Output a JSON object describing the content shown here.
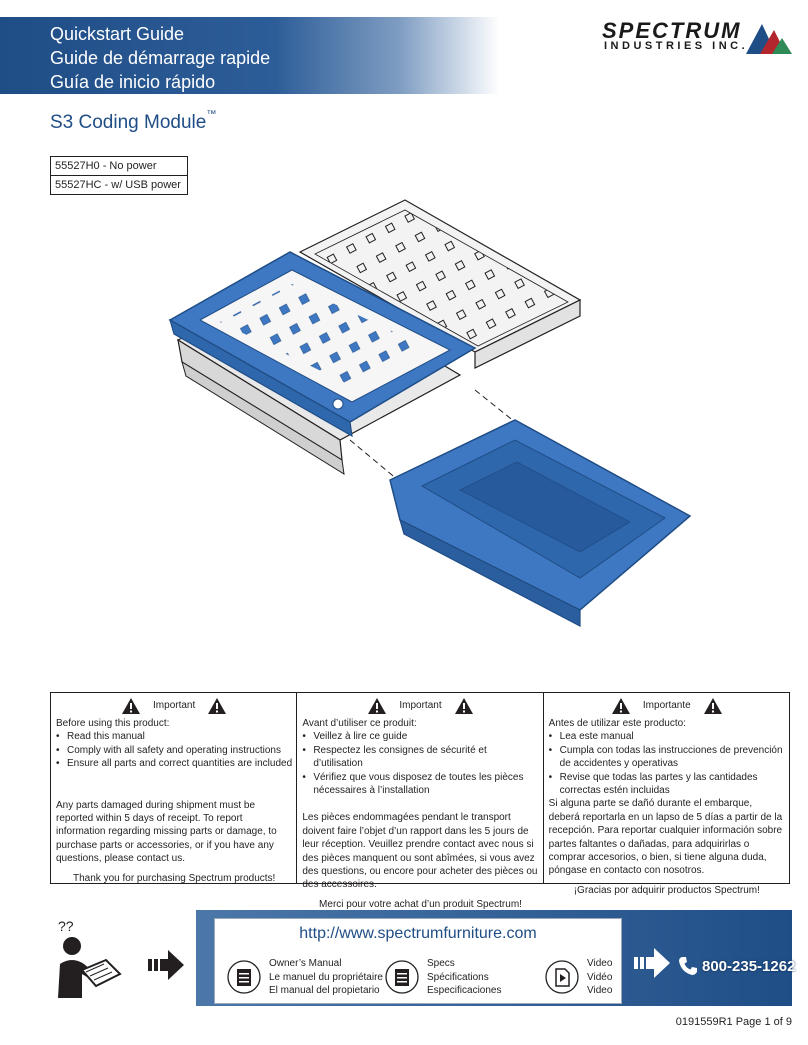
{
  "header": {
    "titles": [
      "Quickstart Guide",
      "Guide de démarrage rapide",
      "Guía de inicio rápido"
    ],
    "logo": {
      "word": "SPECTRUM",
      "sub": "INDUSTRIES INC."
    }
  },
  "product": {
    "name": "S3 Coding Module",
    "tm": "™"
  },
  "models": [
    {
      "label": "55527H0 - No power"
    },
    {
      "label": "55527HC - w/ USB power"
    }
  ],
  "important": [
    {
      "heading": "Important",
      "intro": "Before using this product:",
      "bullets": [
        "Read this manual",
        "Comply with all safety and operating instructions",
        "Ensure all parts and correct quantities are included"
      ],
      "note": "Any parts damaged during shipment must be reported within 5 days of receipt.  To report information regarding missing parts or damage, to purchase parts or accessories, or if you have any questions, please contact us.",
      "thanks": "Thank you for purchasing Spectrum products!"
    },
    {
      "heading": "Important",
      "intro": "Avant d’utiliser ce produit:",
      "bullets": [
        "Veillez à lire ce guide",
        "Respectez les consignes de sécurité et d’utilisation",
        "Vérifiez que vous disposez de toutes les pièces nécessaires à l’installation"
      ],
      "note": "Les pièces endommagées pendant le transport doivent faire l’objet d’un rapport dans les 5 jours de leur réception. Veuillez prendre contact avec nous si des pièces manquent ou sont abîmées, si vous avez des questions, ou encore pour acheter des pièces ou des accessoires.",
      "thanks": "Merci pour votre achat d’un produit Spectrum!"
    },
    {
      "heading": "Importante",
      "intro": "Antes de utilizar este producto:",
      "bullets": [
        "Lea este manual",
        "Cumpla con todas las instrucciones de prevención de accidentes y operativas",
        "Revise que todas las partes y las cantidades correctas estén incluidas"
      ],
      "note": "Si alguna parte se dañó durante el embarque, deberá reportarla en un lapso de 5 días a partir de la recepción.  Para reportar cualquier información sobre partes faltantes o dañadas, para adquirirlas o comprar accesorios, o bien, si tiene alguna duda, póngase en contacto con nosotros.",
      "thanks": "¡Gracias por adquirir productos Spectrum!"
    }
  ],
  "bottom": {
    "qq": "??",
    "url": "http://www.spectrumfurniture.com",
    "resources": [
      {
        "icon": "manual-icon",
        "lines": [
          "Owner’s Manual",
          "Le manuel du propriétaire",
          "El manual del propietario"
        ]
      },
      {
        "icon": "specs-icon",
        "lines": [
          "Specs",
          "Spécifications",
          "Especificaciones"
        ]
      },
      {
        "icon": "video-icon",
        "lines": [
          "Video",
          "Vidéo",
          "Video"
        ]
      }
    ],
    "phone": "800-235-1262"
  },
  "footer": {
    "doc": "0191559R1 Page 1 of 9"
  },
  "colors": {
    "brand_blue": "#1f4d86",
    "bin_blue": "#3f78c2"
  }
}
